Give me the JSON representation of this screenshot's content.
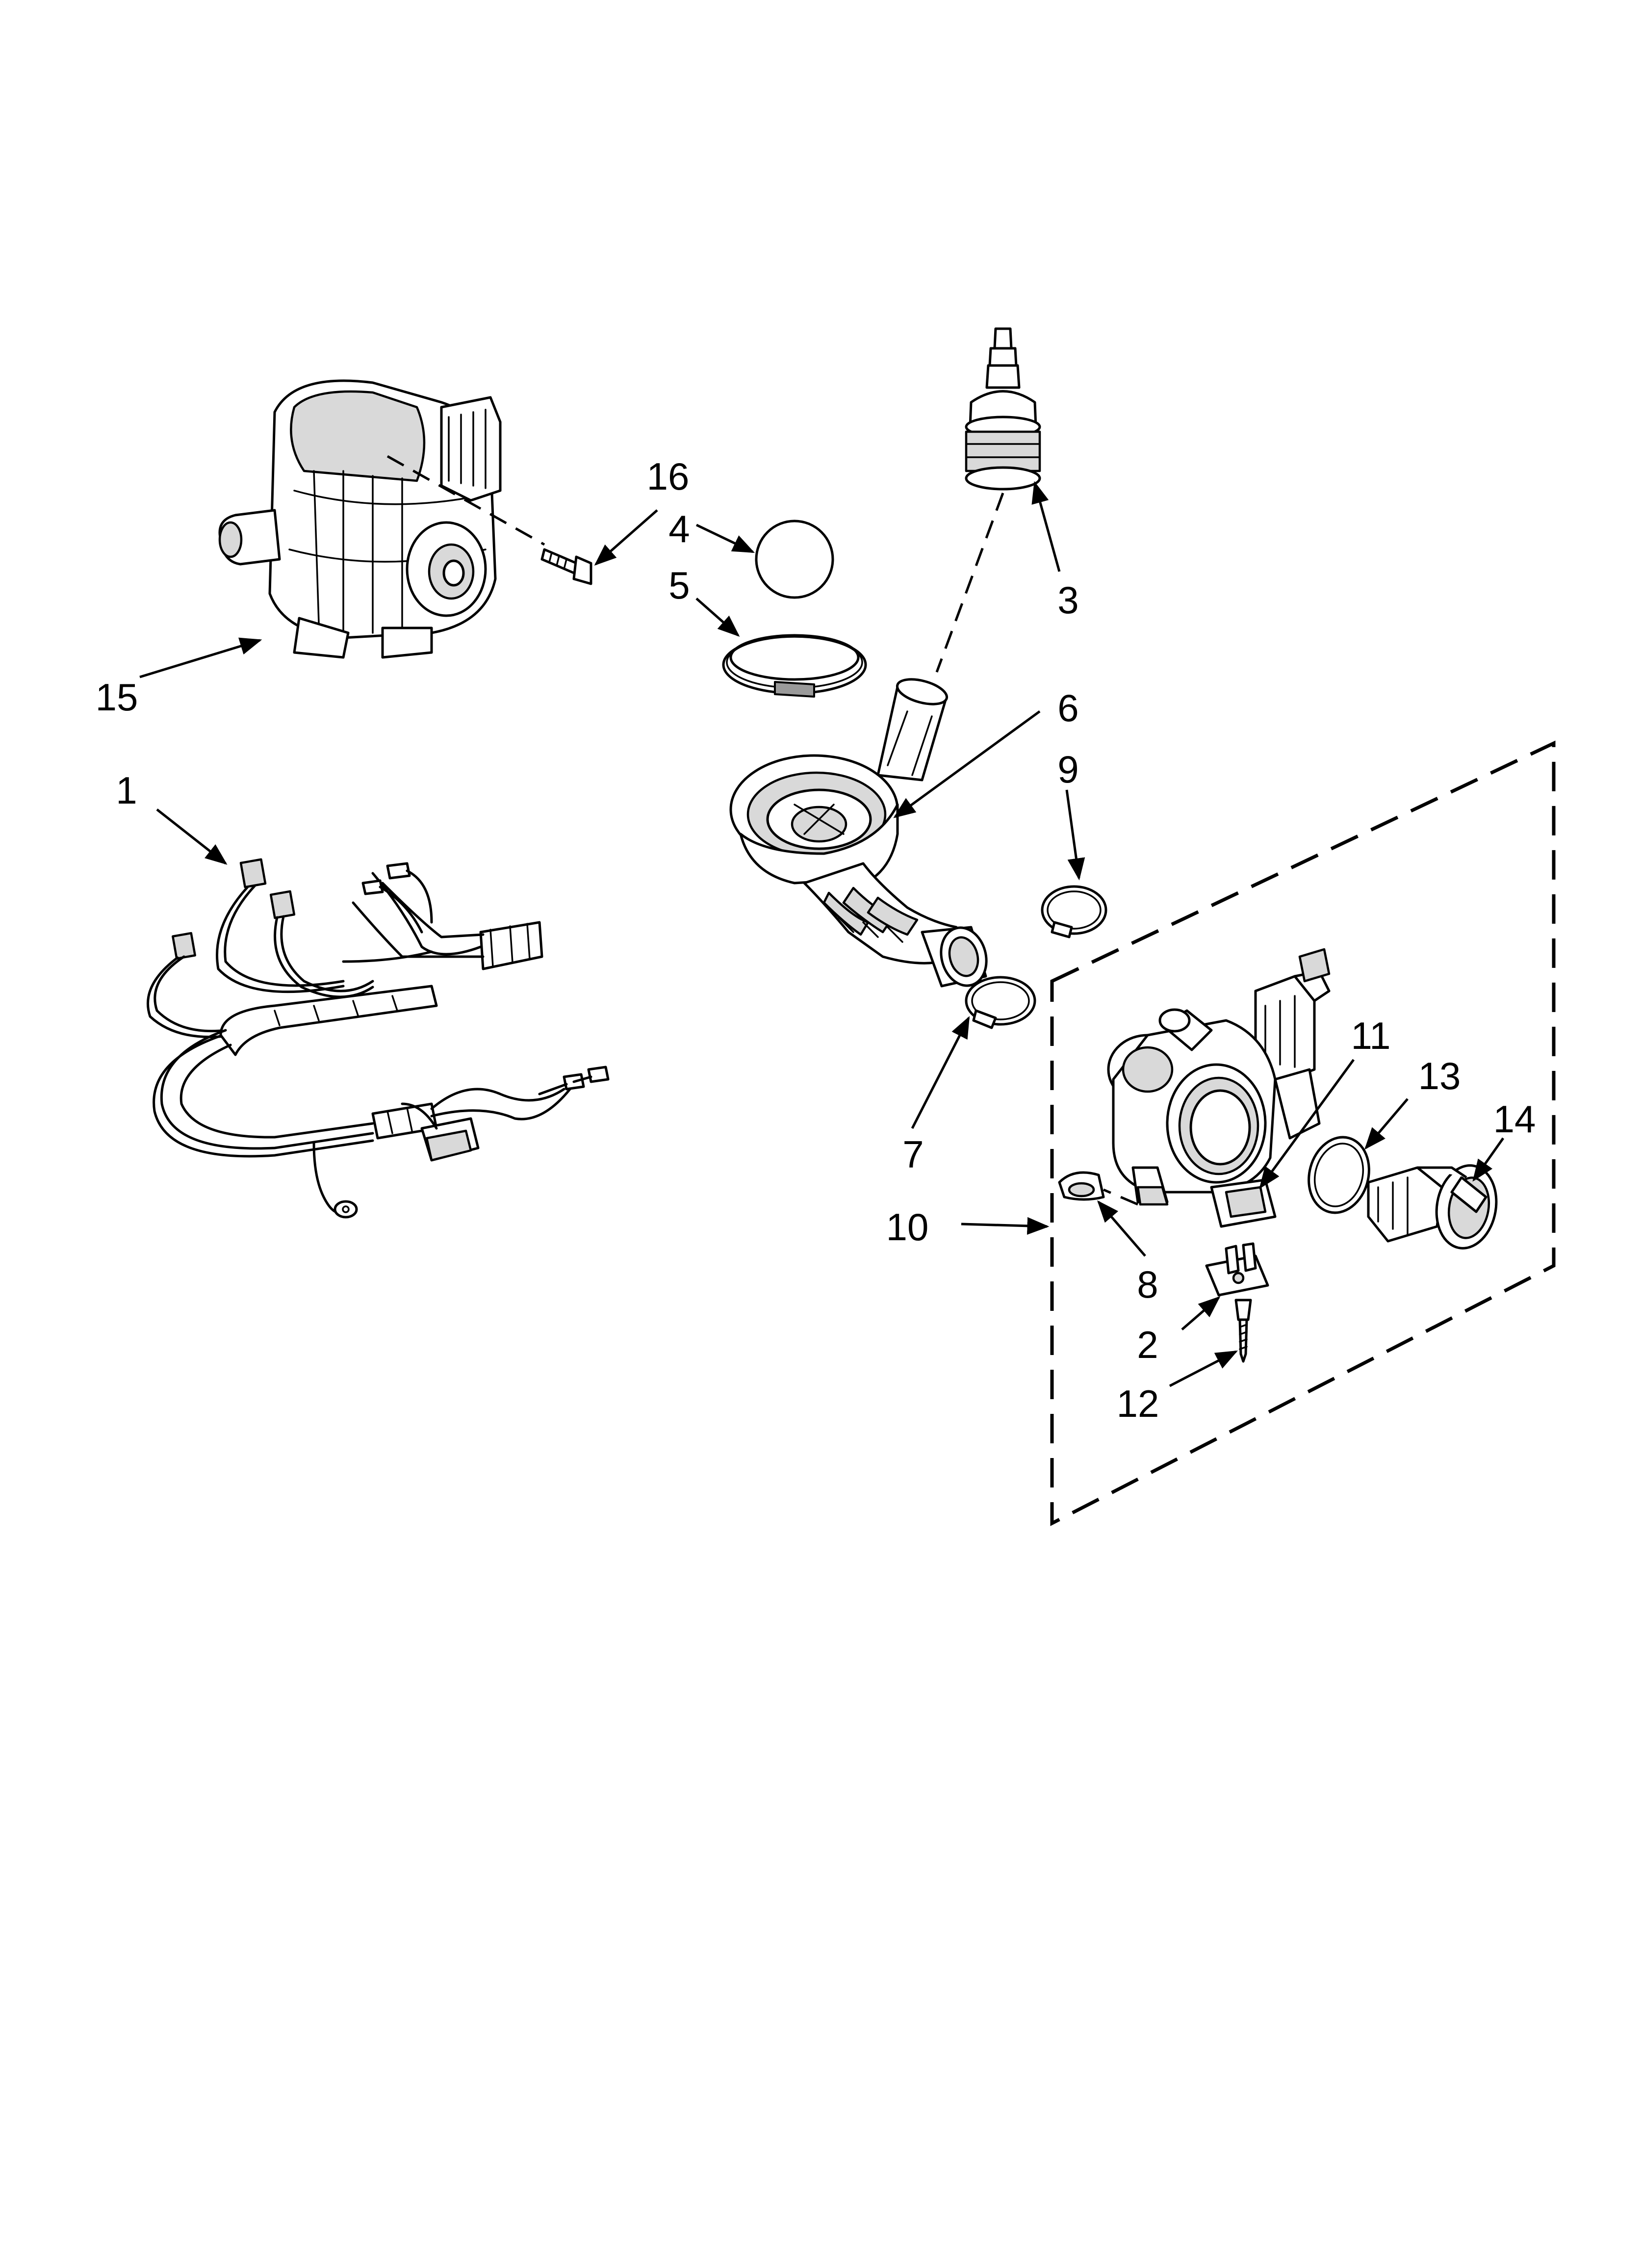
{
  "diagram": {
    "parts": [
      {
        "number": "1"
      },
      {
        "number": "2"
      },
      {
        "number": "3"
      },
      {
        "number": "4"
      },
      {
        "number": "5"
      },
      {
        "number": "6"
      },
      {
        "number": "7"
      },
      {
        "number": "8"
      },
      {
        "number": "9"
      },
      {
        "number": "10"
      },
      {
        "number": "11"
      },
      {
        "number": "12"
      },
      {
        "number": "13"
      },
      {
        "number": "14"
      },
      {
        "number": "15"
      },
      {
        "number": "16"
      }
    ],
    "colors": {
      "line": "#000000",
      "shade": "#d9d9d9",
      "dark_shade": "#9a9a9a",
      "background": "#ffffff"
    }
  }
}
